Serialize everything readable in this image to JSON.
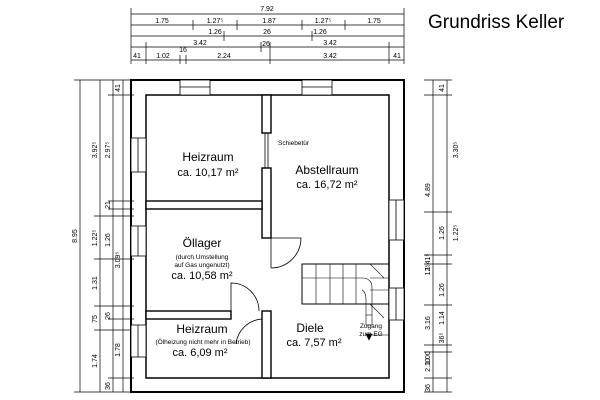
{
  "title": "Grundriss Keller",
  "rooms": {
    "heizraum1": {
      "name": "Heizraum",
      "area": "ca. 10,17 m²"
    },
    "abstellraum": {
      "name": "Abstellraum",
      "area": "ca. 16,72 m²"
    },
    "oellager": {
      "name": "Öllager",
      "note1": "(durch Umstellung",
      "note2": "auf Gas ungenutzt)",
      "area": "ca. 10,58 m²"
    },
    "heizraum2": {
      "name": "Heizraum",
      "note": "(Ölheizung nicht mehr in Betrieb)",
      "area": "ca. 6,09 m²"
    },
    "diele": {
      "name": "Diele",
      "area": "ca. 7,57 m²"
    }
  },
  "labels": {
    "schiebetuer": "Schiebetür",
    "zugang1": "Zugang",
    "zugang2": "zum EG"
  },
  "dims_top": {
    "total": "7.92",
    "row1": [
      "1.75",
      "1.27⁵",
      "1.87",
      "1.27⁵",
      "1.75"
    ],
    "row2": [
      "1.26",
      "26",
      "1.26"
    ],
    "row3": [
      "3.42",
      "3.42"
    ],
    "row4": [
      "41",
      "1.02",
      "16",
      "2.24",
      "26",
      "3.42",
      "41"
    ]
  },
  "dims_left": {
    "total": "8.95",
    "outer": [
      "3.92⁵",
      "1.22⁵",
      "1.31",
      "75",
      "1.74"
    ],
    "inner": [
      "41",
      "2.97⁵",
      "21",
      "3.09⁵",
      "1.26",
      "26",
      "1.78",
      "36"
    ]
  },
  "dims_right": {
    "outer": [
      "4.89",
      "1.41⁵",
      "3.16",
      "2.10"
    ],
    "inner": [
      "41",
      "3.30⁵",
      "1.22⁵",
      "1.26",
      "12⁵",
      "1.14",
      "1.26",
      "36⁵",
      "1.00",
      "36"
    ]
  }
}
